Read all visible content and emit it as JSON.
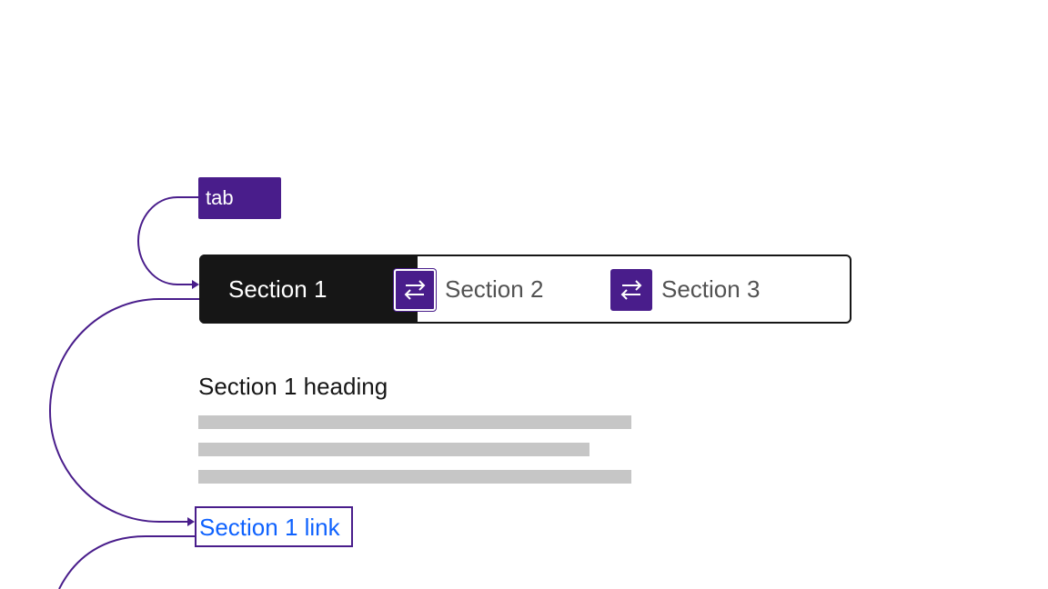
{
  "key_badge": {
    "label": "tab"
  },
  "tabs": [
    {
      "label": "Section 1",
      "selected": true
    },
    {
      "label": "Section 2",
      "selected": false
    },
    {
      "label": "Section 3",
      "selected": false
    }
  ],
  "panel": {
    "heading": "Section 1 heading",
    "link_label": "Section 1 link"
  },
  "icons": {
    "key_indicator": "swap-arrows-icon"
  },
  "colors": {
    "annotation": "#491d8b",
    "selected_tab": "#161616",
    "link": "#0f62fe",
    "placeholder_text": "#c6c6c6"
  }
}
